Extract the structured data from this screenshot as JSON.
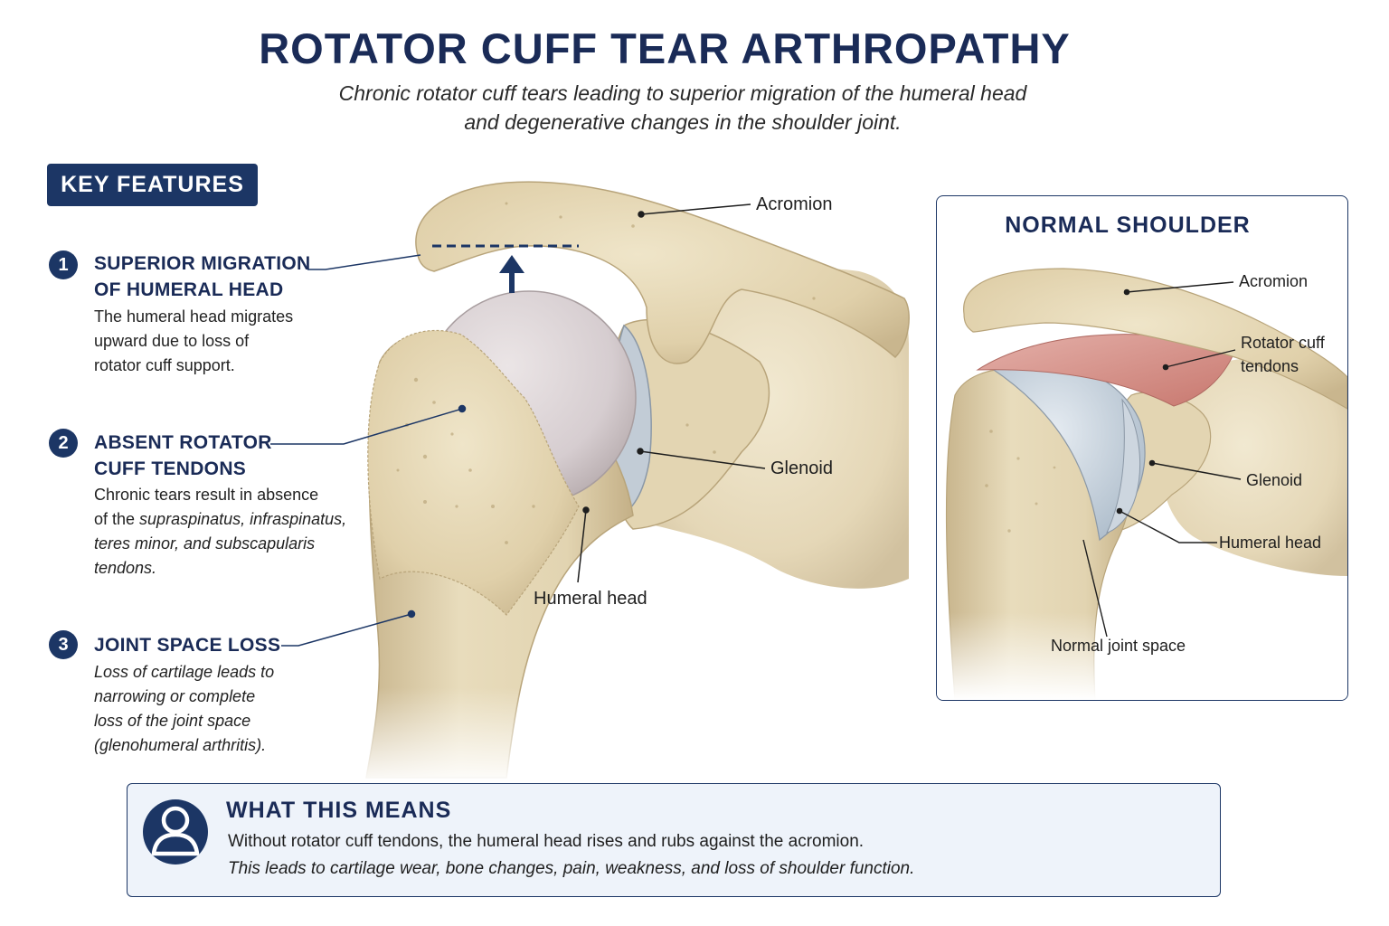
{
  "header": {
    "title": "ROTATOR CUFF TEAR ARTHROPATHY",
    "subtitle_line1": "Chronic rotator cuff tears leading to superior migration of the humeral head",
    "subtitle_line2": "and degenerative changes in the shoulder joint."
  },
  "key_features": {
    "badge": "KEY FEATURES",
    "items": [
      {
        "number": "1",
        "heading_line1": "SUPERIOR MIGRATION",
        "heading_line2": "OF HUMERAL HEAD",
        "desc_line1": "The humeral head migrates",
        "desc_line2": "upward due to loss of",
        "desc_line3": "rotator cuff support."
      },
      {
        "number": "2",
        "heading_line1": "ABSENT ROTATOR",
        "heading_line2": "CUFF TENDONS",
        "desc_line1": "Chronic tears result in absence",
        "desc_line2_prefix": "of the ",
        "desc_line2_italic": "supraspinatus, infraspinatus,",
        "desc_line3": "teres minor, and subscapularis",
        "desc_line4": "tendons."
      },
      {
        "number": "3",
        "heading_line1": "JOINT SPACE LOSS",
        "desc_line1": "Loss of cartilage leads to",
        "desc_line2": "narrowing or complete",
        "desc_line3": "loss of the joint space",
        "desc_line4": "(glenohumeral arthritis)."
      }
    ]
  },
  "main_diagram": {
    "labels": {
      "acromion": "Acromion",
      "glenoid": "Glenoid",
      "humeral_head": "Humeral head"
    }
  },
  "normal_shoulder": {
    "title": "NORMAL SHOULDER",
    "labels": {
      "acromion": "Acromion",
      "rotator_cuff_line1": "Rotator cuff",
      "rotator_cuff_line2": "tendons",
      "glenoid": "Glenoid",
      "humeral_head": "Humeral head",
      "joint_space": "Normal joint space"
    }
  },
  "what_this_means": {
    "title": "WHAT THIS MEANS",
    "line1": "Without rotator cuff tendons, the humeral head rises and rubs against the acromion.",
    "line2": "This leads to cartilage wear, bone changes, pain, weakness, and loss of shoulder function."
  },
  "colors": {
    "navy": "#1c3665",
    "title_navy": "#1a2b57",
    "bone": "#e6d9b9",
    "bone_shadow": "#c9b68e",
    "cartilage": "#c9d3dd",
    "tendon": "#d48f86"
  }
}
